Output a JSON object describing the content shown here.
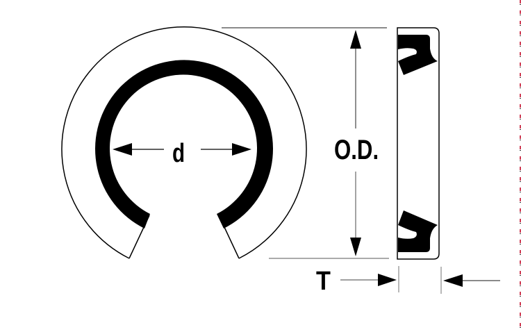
{
  "diagram": {
    "type": "retaining-ring-dimension-drawing",
    "labels": {
      "inner_diameter": "d",
      "outer_diameter": "O.D.",
      "thickness": "T"
    },
    "colors": {
      "line": "#000000",
      "dimension_line": "#555555",
      "border_dash": "#c00020",
      "background": "#ffffff"
    }
  }
}
